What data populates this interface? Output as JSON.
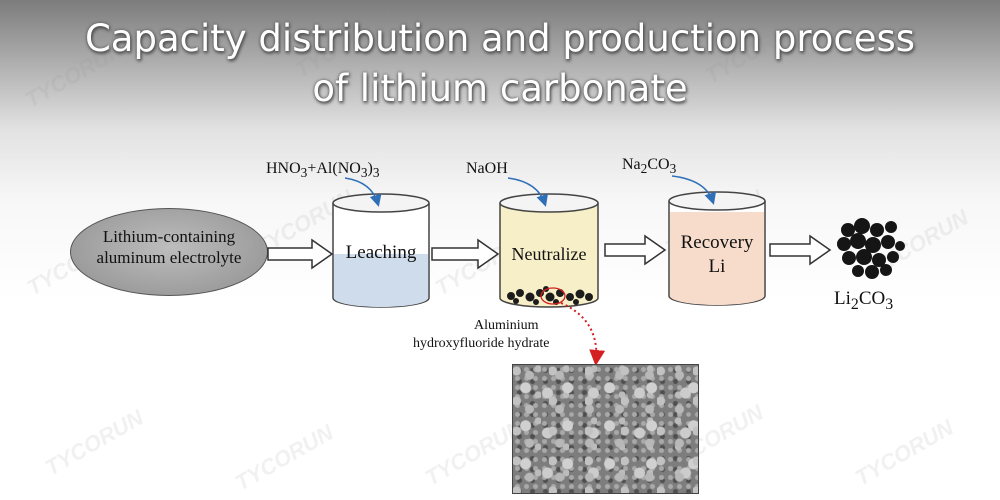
{
  "title": {
    "line1": "Capacity distribution and production process",
    "line2": "of lithium carbonate"
  },
  "watermark": "TYCORUN",
  "diagram": {
    "source": "Lithium-containing aluminum electrolyte",
    "source_line1": "Lithium-containing",
    "source_line2": "aluminum electrolyte",
    "stages": [
      {
        "id": "leaching",
        "label": "Leaching",
        "label2": "",
        "fill": "#cfdcec",
        "reagent": "HNO3+Al(NO3)3"
      },
      {
        "id": "neutralize",
        "label": "Neutralize",
        "label2": "",
        "fill": "#f7efc8",
        "reagent": "NaOH"
      },
      {
        "id": "recovery",
        "label": "Recovery",
        "label2": "Li",
        "fill": "#f7dccb",
        "reagent": "Na2CO3"
      }
    ],
    "precipitate_label_line1": "Aluminium",
    "precipitate_label_line2": "hydroxyfluoride hydrate",
    "product": "Li2CO3",
    "colors": {
      "arrow_stroke": "#333333",
      "reagent_arrow": "#2e6fb8",
      "precipitate_arrow": "#d42020",
      "beaker_outline": "#444444"
    }
  }
}
